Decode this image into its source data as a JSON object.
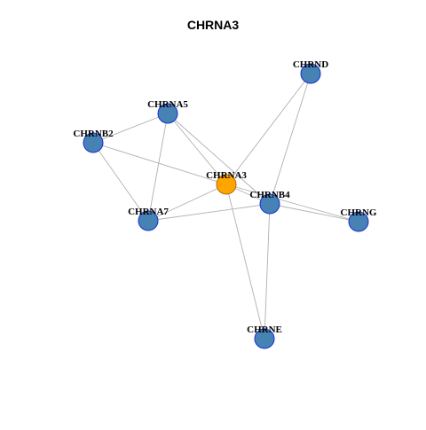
{
  "title": "CHRNA3",
  "colors": {
    "node": "#4682b4",
    "node_stroke": "#1a2fd1",
    "focus": "#ffa500",
    "focus_stroke": "#b36b00",
    "edge": "#b0b0b0"
  },
  "nodes": [
    {
      "id": "CHRNA3",
      "label": "CHRNA3",
      "focus": true
    },
    {
      "id": "CHRND",
      "label": "CHRND",
      "focus": false
    },
    {
      "id": "CHRNA5",
      "label": "CHRNA5",
      "focus": false
    },
    {
      "id": "CHRNB2",
      "label": "CHRNB2",
      "focus": false
    },
    {
      "id": "CHRNB4",
      "label": "CHRNB4",
      "focus": false
    },
    {
      "id": "CHRNA7",
      "label": "CHRNA7",
      "focus": false
    },
    {
      "id": "CHRNG",
      "label": "CHRNG",
      "focus": false
    },
    {
      "id": "CHRNE",
      "label": "CHRNE",
      "focus": false
    }
  ],
  "edges": [
    [
      "CHRNA3",
      "CHRND"
    ],
    [
      "CHRNA3",
      "CHRNA5"
    ],
    [
      "CHRNA3",
      "CHRNB2"
    ],
    [
      "CHRNA3",
      "CHRNB4"
    ],
    [
      "CHRNA3",
      "CHRNA7"
    ],
    [
      "CHRNA3",
      "CHRNG"
    ],
    [
      "CHRNA3",
      "CHRNE"
    ],
    [
      "CHRND",
      "CHRNB4"
    ],
    [
      "CHRNA5",
      "CHRNB2"
    ],
    [
      "CHRNA5",
      "CHRNA7"
    ],
    [
      "CHRNA5",
      "CHRNB4"
    ],
    [
      "CHRNB2",
      "CHRNA7"
    ],
    [
      "CHRNB4",
      "CHRNA7"
    ],
    [
      "CHRNB4",
      "CHRNG"
    ],
    [
      "CHRNB4",
      "CHRNE"
    ]
  ]
}
